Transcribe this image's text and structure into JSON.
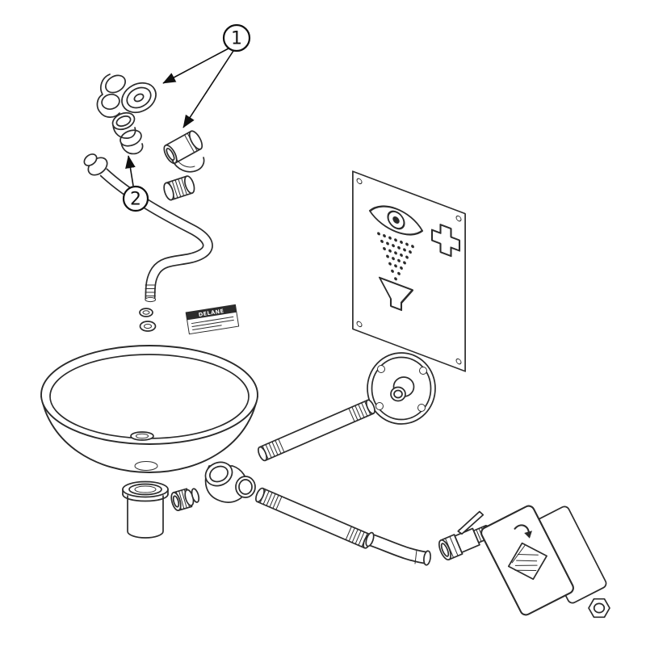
{
  "window": {
    "background": "#ffffff"
  },
  "diagram": {
    "type": "exploded-parts-diagram",
    "subject": "wall-mounted emergency eyewash station",
    "line_color": "#2b2b2b",
    "callouts": [
      {
        "label": "1",
        "points_to": [
          "spray-head-assembly",
          "spray-outlet-fitting"
        ]
      },
      {
        "label": "2",
        "points_to": [
          "dust-cover-caps"
        ]
      }
    ],
    "product_label": {
      "brand": "DELANE"
    },
    "parts": [
      {
        "name": "spray-head-assembly"
      },
      {
        "name": "dust-cover-caps"
      },
      {
        "name": "spray-outlet-fitting"
      },
      {
        "name": "threaded-cap"
      },
      {
        "name": "supply-bend-pipe"
      },
      {
        "name": "flange-nut"
      },
      {
        "name": "washer"
      },
      {
        "name": "lock-nut"
      },
      {
        "name": "product-label"
      },
      {
        "name": "eyewash-bowl"
      },
      {
        "name": "bowl-drain"
      },
      {
        "name": "drain-tailpiece"
      },
      {
        "name": "coupling-nut"
      },
      {
        "name": "street-elbow-fitting"
      },
      {
        "name": "eyewash-sign"
      },
      {
        "name": "wall-flange"
      },
      {
        "name": "pipe-nipple-upper"
      },
      {
        "name": "pipe-nipple-lower"
      },
      {
        "name": "elbow-90-pipe"
      },
      {
        "name": "ball-valve"
      },
      {
        "name": "instruction-card"
      },
      {
        "name": "blank-card"
      },
      {
        "name": "hex-nut"
      }
    ]
  }
}
